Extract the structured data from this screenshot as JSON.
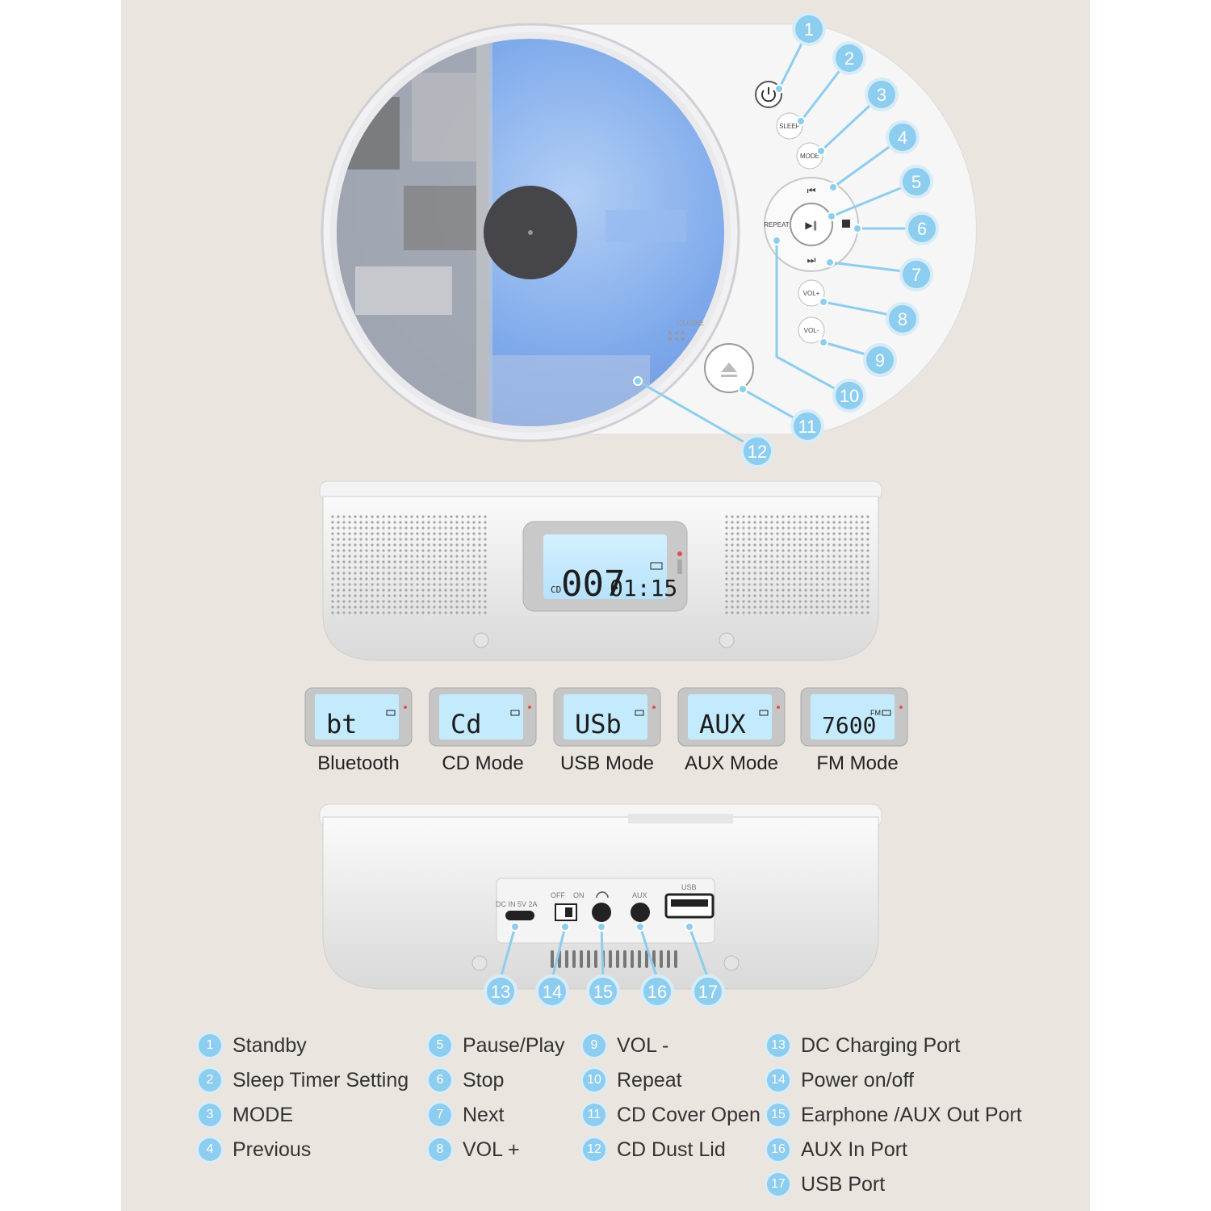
{
  "top_view": {
    "buttons": {
      "sleep": "SLEEP",
      "mode": "MODE",
      "repeat": "REPEAT",
      "vol_up": "VOL+",
      "vol_down": "VOL-",
      "close": "CLOSE"
    },
    "callouts": [
      "1",
      "2",
      "3",
      "4",
      "5",
      "6",
      "7",
      "8",
      "9",
      "10",
      "11",
      "12"
    ]
  },
  "front_view": {
    "lcd": {
      "prefix": "CD",
      "track": "007",
      "time": "01:15"
    }
  },
  "modes": [
    {
      "display": "bt",
      "label": "Bluetooth"
    },
    {
      "display": "Cd",
      "label": "CD Mode"
    },
    {
      "display": "USb",
      "label": "USB Mode"
    },
    {
      "display": "AUX",
      "label": "AUX Mode"
    },
    {
      "display": "7600",
      "suffix": "FM",
      "label": "FM Mode"
    }
  ],
  "back_view": {
    "port_labels": {
      "dc": "DC IN 5V 2A",
      "off": "OFF",
      "on": "ON",
      "aux": "AUX",
      "usb": "USB"
    },
    "callouts": [
      "13",
      "14",
      "15",
      "16",
      "17"
    ]
  },
  "legend": [
    {
      "num": "1",
      "label": "Standby"
    },
    {
      "num": "2",
      "label": "Sleep Timer Setting"
    },
    {
      "num": "3",
      "label": "MODE"
    },
    {
      "num": "4",
      "label": "Previous"
    },
    {
      "num": "5",
      "label": "Pause/Play"
    },
    {
      "num": "6",
      "label": "Stop"
    },
    {
      "num": "7",
      "label": "Next"
    },
    {
      "num": "8",
      "label": "VOL +"
    },
    {
      "num": "9",
      "label": "VOL -"
    },
    {
      "num": "10",
      "label": "Repeat"
    },
    {
      "num": "11",
      "label": "CD Cover Open"
    },
    {
      "num": "12",
      "label": "CD Dust Lid"
    },
    {
      "num": "13",
      "label": "DC Charging Port"
    },
    {
      "num": "14",
      "label": "Power on/off"
    },
    {
      "num": "15",
      "label": "Earphone /AUX Out Port"
    },
    {
      "num": "16",
      "label": "AUX In Port"
    },
    {
      "num": "17",
      "label": "USB Port"
    }
  ],
  "colors": {
    "background": "#ebe5df",
    "callout": "#8dcdf0",
    "lcd": "#bfe6fb",
    "disc": "#6a9ee6"
  }
}
